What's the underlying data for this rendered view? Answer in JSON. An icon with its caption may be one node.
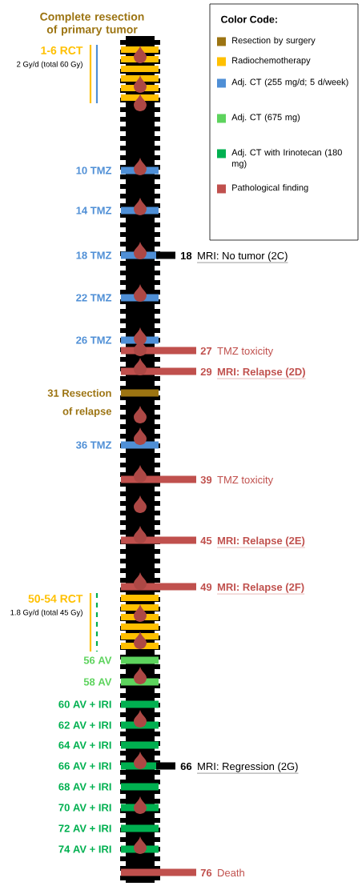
{
  "diagram": {
    "title": "Complete resection of primary tumor",
    "nodes": [
      {
        "text": [
          "1-6 RCT",
          "2 Gy/d (total 60 Gy)"
        ]
      },
      {
        "text": [
          "10 TMZ"
        ]
      },
      {
        "text": [
          "14 TMZ"
        ]
      },
      {
        "text": [
          "18 TMZ"
        ]
      },
      {
        "text": [
          "18",
          "MRI: No tumor (2C)"
        ]
      },
      {
        "text": [
          "22 TMZ"
        ]
      },
      {
        "text": [
          "26 TMZ"
        ]
      },
      {
        "text": [
          "27",
          "TMZ toxicity"
        ]
      },
      {
        "text": [
          "29",
          "MRI: Relapse (2D)"
        ]
      },
      {
        "text": [
          "31 Resection",
          "of relapse"
        ]
      },
      {
        "text": [
          "36 TMZ"
        ]
      },
      {
        "text": [
          "39",
          "TMZ toxicity"
        ]
      },
      {
        "text": [
          "45",
          "MRI: Relapse (2E)"
        ]
      },
      {
        "text": [
          "49",
          "MRI: Relapse (2F)"
        ]
      },
      {
        "text": [
          "50-54 RCT",
          "1.8 Gy/d (total 45 Gy)"
        ]
      },
      {
        "text": [
          "56 AV"
        ]
      },
      {
        "text": [
          "58 AV"
        ]
      },
      {
        "text": [
          "60 AV + IRI"
        ]
      },
      {
        "text": [
          "62 AV + IRI"
        ]
      },
      {
        "text": [
          "64 AV + IRI"
        ]
      },
      {
        "text": [
          "66 AV + IRI"
        ]
      },
      {
        "text": [
          "66",
          "MRI: Regression (2G)"
        ]
      },
      {
        "text": [
          "68 AV + IRI"
        ]
      },
      {
        "text": [
          "70 AV + IRI"
        ]
      },
      {
        "text": [
          "72 AV + IRI"
        ]
      },
      {
        "text": [
          "74 AV + IRI"
        ]
      },
      {
        "text": [
          "76",
          "Death"
        ]
      }
    ],
    "labels": [
      "Color Code:"
    ],
    "legend": [
      {
        "text": "Resection by surgery",
        "color": "#9c7412"
      },
      {
        "text": "Radiochemotherapy",
        "color": "#ffc000"
      },
      {
        "text": "Adj. CT (255 mg/d; 5 d/week)",
        "color": "#4f8fd6"
      },
      {
        "text": "Adj. CT (675 mg)",
        "color": "#5dd35d"
      },
      {
        "text": "Adj. CT with Irinotecan (180 mg)",
        "color": "#00b050"
      },
      {
        "text": "Pathological finding",
        "color": "#c0504d"
      }
    ]
  }
}
